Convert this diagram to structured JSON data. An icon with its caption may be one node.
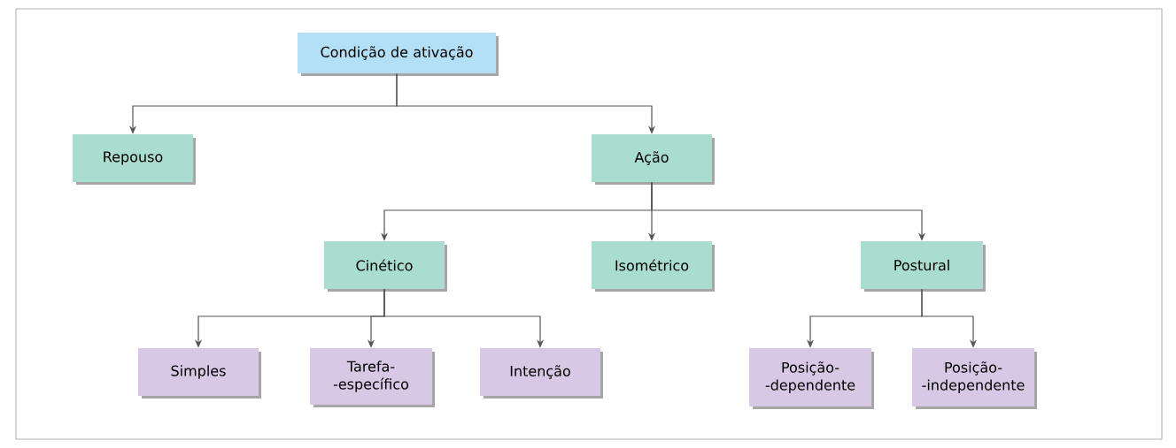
{
  "diagram": {
    "nodes": [
      {
        "text": [
          "Condição de ativação"
        ]
      },
      {
        "text": [
          "Repouso"
        ]
      },
      {
        "text": [
          "Ação"
        ]
      },
      {
        "text": [
          "Cinético"
        ]
      },
      {
        "text": [
          "Isométrico"
        ]
      },
      {
        "text": [
          "Postural"
        ]
      },
      {
        "text": [
          "Simples"
        ]
      },
      {
        "text": [
          "Tarefa- -específico"
        ]
      },
      {
        "text": [
          "Intenção"
        ]
      },
      {
        "text": [
          "Posição- -dependente"
        ]
      },
      {
        "text": [
          "Posição- -independente"
        ]
      }
    ],
    "edges": [
      {
        "from": 0,
        "to": 1,
        "arrow": "to"
      },
      {
        "from": 0,
        "to": 2,
        "arrow": "to"
      },
      {
        "from": 2,
        "to": 3,
        "arrow": "to"
      },
      {
        "from": 2,
        "to": 4,
        "arrow": "to"
      },
      {
        "from": 2,
        "to": 5,
        "arrow": "to"
      },
      {
        "from": 3,
        "to": 6,
        "arrow": "to"
      },
      {
        "from": 3,
        "to": 7,
        "arrow": "to"
      },
      {
        "from": 3,
        "to": 8,
        "arrow": "to"
      },
      {
        "from": 5,
        "to": 9,
        "arrow": "to"
      },
      {
        "from": 5,
        "to": 10,
        "arrow": "to"
      }
    ]
  }
}
